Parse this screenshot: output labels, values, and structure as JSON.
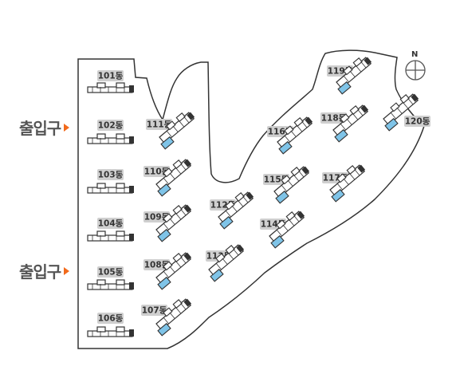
{
  "entrances": [
    {
      "label": "출입구"
    },
    {
      "label": "출입구"
    }
  ],
  "compass": {
    "label": "N"
  },
  "colors": {
    "boundary": "#333333",
    "building_fill": "#ffffff",
    "building_stroke": "#333333",
    "building_accent": "#7fc4e8",
    "label_bg": "#cfcfcf",
    "entrance_arrow": "#f26a1b"
  },
  "buildings": [
    {
      "id": "101",
      "label": "101동",
      "style": "flat"
    },
    {
      "id": "102",
      "label": "102동",
      "style": "flat"
    },
    {
      "id": "103",
      "label": "103동",
      "style": "flat"
    },
    {
      "id": "104",
      "label": "104동",
      "style": "flat"
    },
    {
      "id": "105",
      "label": "105동",
      "style": "flat"
    },
    {
      "id": "106",
      "label": "106동",
      "style": "flat"
    },
    {
      "id": "107",
      "label": "107동",
      "style": "diag"
    },
    {
      "id": "108",
      "label": "108동",
      "style": "diag"
    },
    {
      "id": "109",
      "label": "109동",
      "style": "diag"
    },
    {
      "id": "110",
      "label": "110동",
      "style": "diag"
    },
    {
      "id": "111",
      "label": "111동",
      "style": "diag"
    },
    {
      "id": "112",
      "label": "112동",
      "style": "diag"
    },
    {
      "id": "113",
      "label": "113동",
      "style": "diag"
    },
    {
      "id": "114",
      "label": "114동",
      "style": "diag"
    },
    {
      "id": "115",
      "label": "115동",
      "style": "diag"
    },
    {
      "id": "116",
      "label": "116동",
      "style": "diag"
    },
    {
      "id": "117",
      "label": "117동",
      "style": "diag"
    },
    {
      "id": "118",
      "label": "118동",
      "style": "diag"
    },
    {
      "id": "119",
      "label": "119동",
      "style": "diag"
    },
    {
      "id": "120",
      "label": "120동",
      "style": "diag"
    }
  ]
}
